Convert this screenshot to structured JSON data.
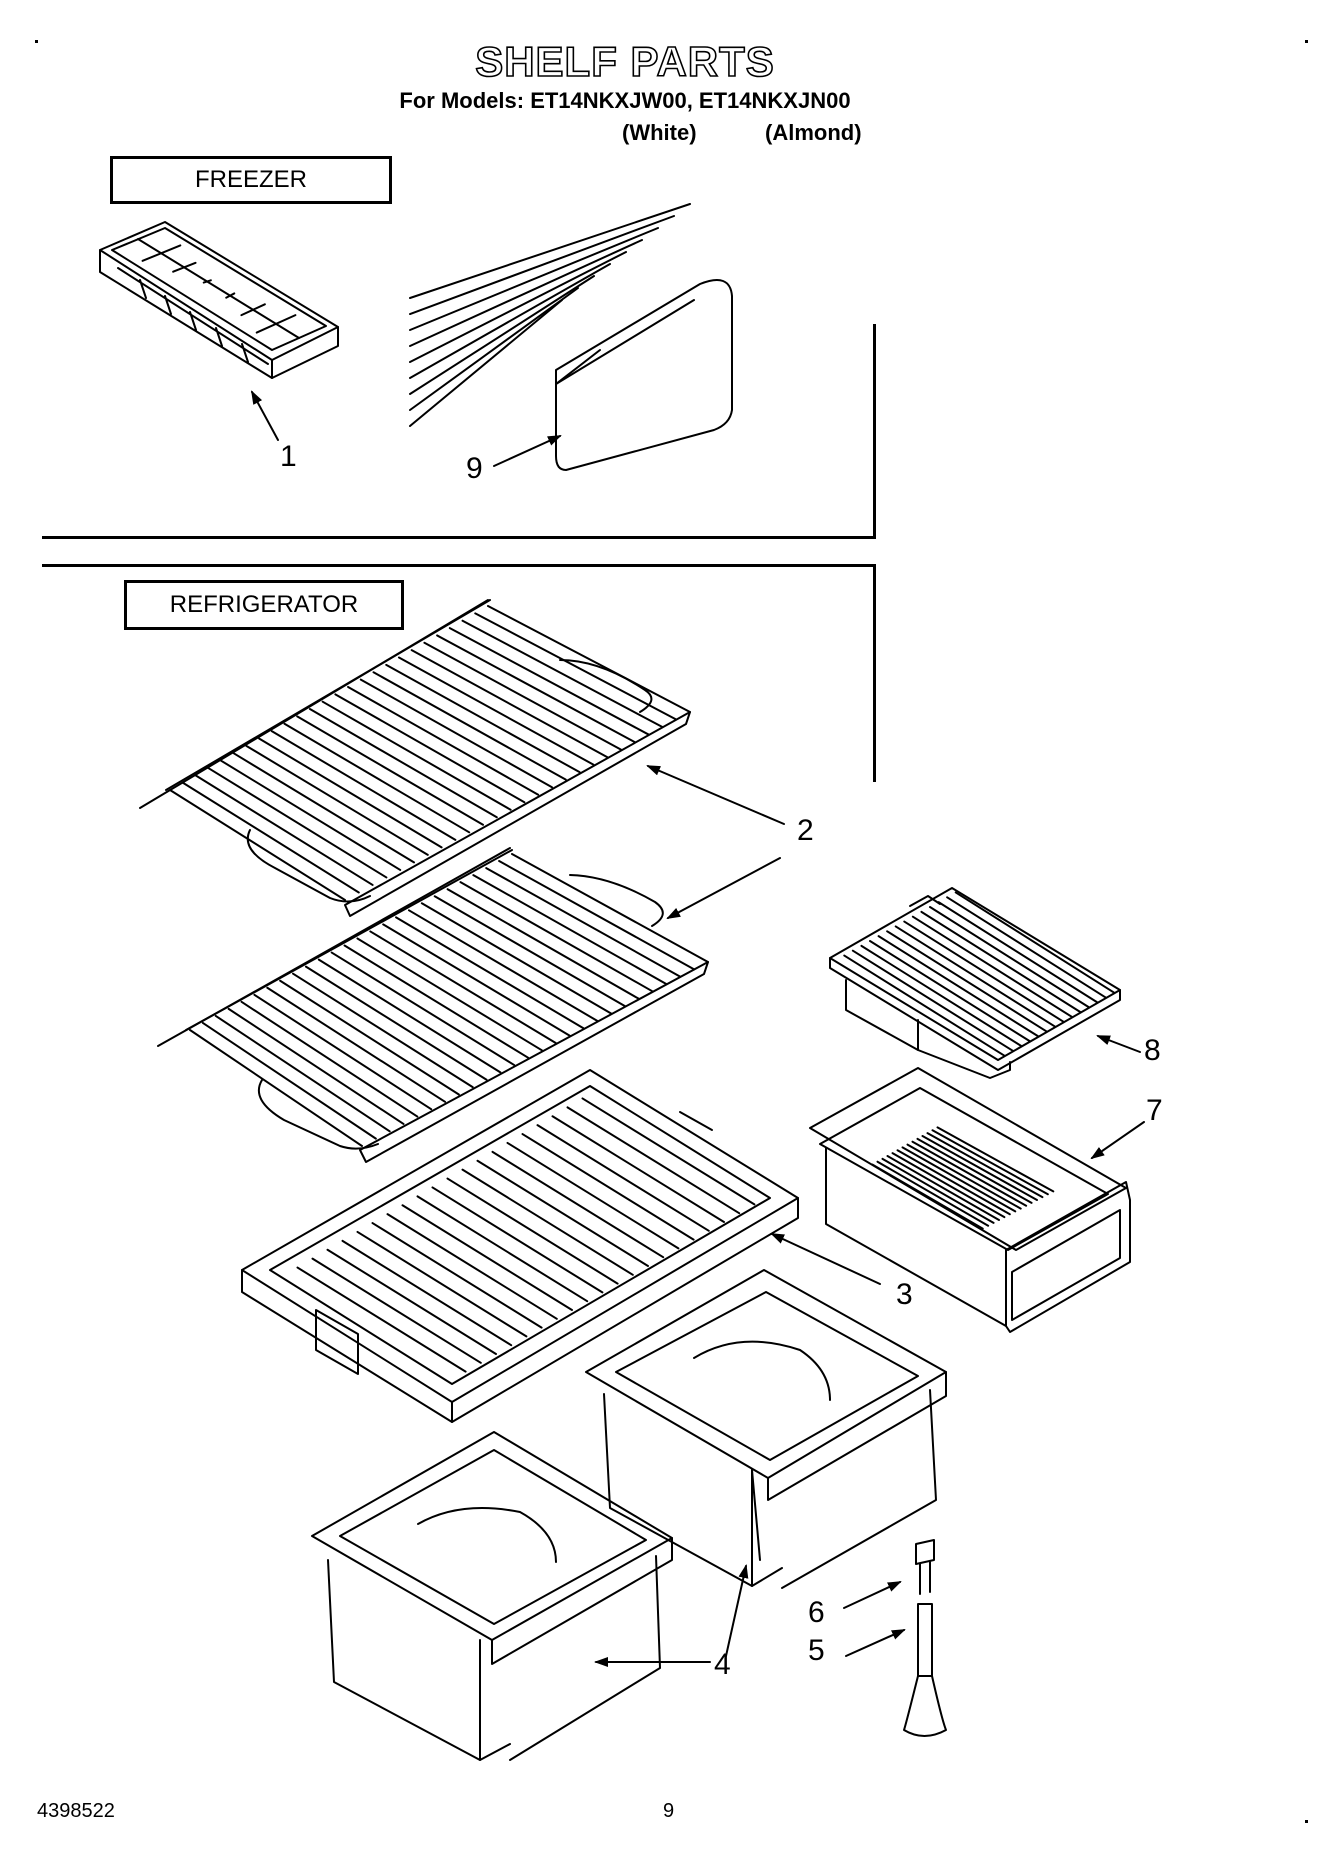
{
  "title": "SHELF PARTS",
  "models_line": "For Models: ET14NKXJW00, ET14NKXJN00",
  "color_white": "(White)",
  "color_almond": "(Almond)",
  "sections": {
    "freezer": "FREEZER",
    "refrigerator": "REFRIGERATOR"
  },
  "callouts": {
    "c1": "1",
    "c9": "9",
    "c2": "2",
    "c8": "8",
    "c7": "7",
    "c3": "3",
    "c6": "6",
    "c5": "5",
    "c4": "4"
  },
  "footer": {
    "doc_number": "4398522",
    "page_number": "9"
  }
}
